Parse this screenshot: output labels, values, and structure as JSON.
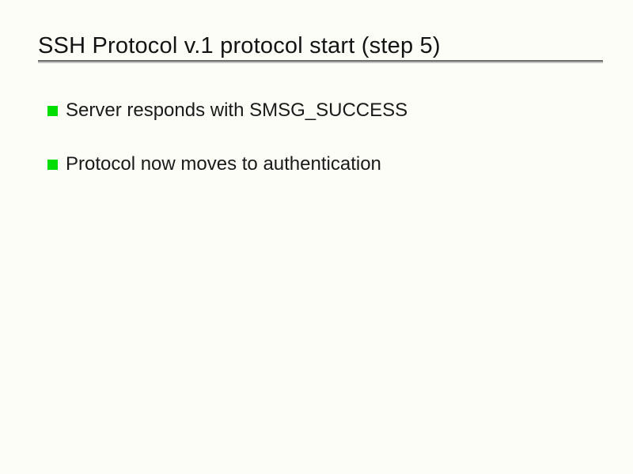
{
  "slide": {
    "title": "SSH Protocol v.1 protocol start (step 5)",
    "bullets": [
      "Server responds with SMSG_SUCCESS",
      "Protocol now moves to authentication"
    ]
  },
  "colors": {
    "background": "#fbfdf6",
    "text": "#1a1a1a",
    "bullet_square": "#00dd00",
    "rule_dark": "#6e6e6e",
    "rule_light": "#c2c2c2"
  }
}
